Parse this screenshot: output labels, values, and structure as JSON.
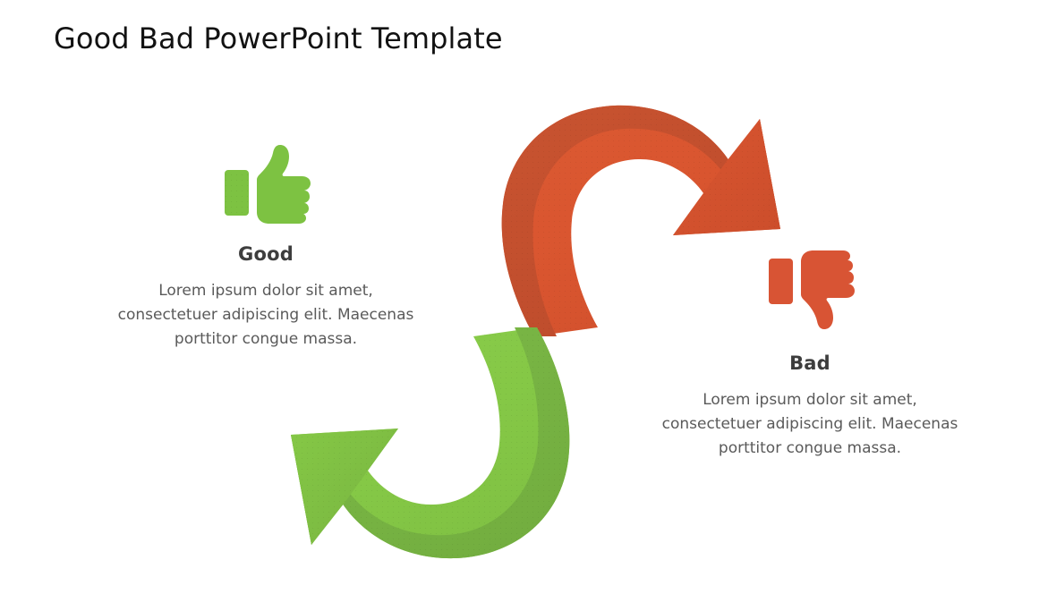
{
  "slide": {
    "title": "Good Bad PowerPoint Template",
    "background_color": "#ffffff"
  },
  "palette": {
    "green_light": "#85c846",
    "green_mid": "#7dc242",
    "green_dark": "#79b544",
    "green_icon": "#7dc242",
    "red_light": "#d9552f",
    "red_mid": "#d4512f",
    "red_dark": "#c4512f",
    "red_icon": "#d85434",
    "title_color": "#121212",
    "heading_color": "#3d3d3d",
    "body_color": "#5a5a5a"
  },
  "sections": [
    {
      "id": "good",
      "icon": "thumbs-up-icon",
      "icon_color": "#7dc242",
      "heading": "Good",
      "body": "Lorem ipsum dolor sit amet, consectetuer adipiscing elit. Maecenas porttitor congue massa."
    },
    {
      "id": "bad",
      "icon": "thumbs-down-icon",
      "icon_color": "#d85434",
      "heading": "Bad",
      "body": "Lorem ipsum dolor sit amet, consectetuer adipiscing elit. Maecenas porttitor congue massa."
    }
  ],
  "arrows": [
    {
      "id": "red-arrow",
      "label": "curved-arrow-red",
      "direction": "clockwise-down-right",
      "color_light": "#d9552f",
      "color_dark": "#c4512f"
    },
    {
      "id": "green-arrow",
      "label": "curved-arrow-green",
      "direction": "counterclockwise-left",
      "color_light": "#85c846",
      "color_dark": "#79b544"
    }
  ]
}
